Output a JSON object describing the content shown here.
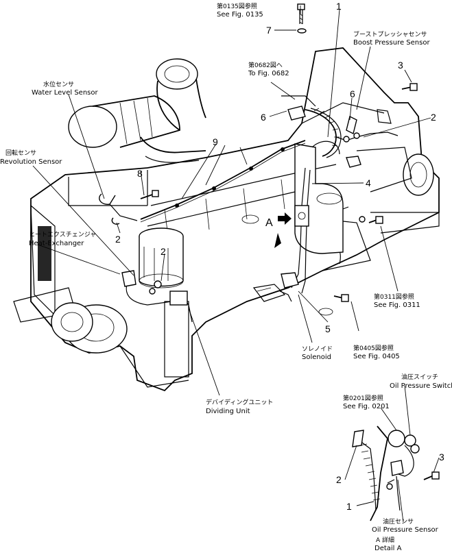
{
  "labels": {
    "ref_0135": {
      "jp": "第0135図参照",
      "en": "See Fig. 0135"
    },
    "ref_0682": {
      "jp": "第0682図へ",
      "en": "To Fig. 0682"
    },
    "boost_sensor": {
      "jp": "ブーストプレッシャセンサ",
      "en": "Boost Pressure Sensor"
    },
    "water_level": {
      "jp": "水位センサ",
      "en": "Water Level Sensor"
    },
    "revolution": {
      "jp": "回転センサ",
      "en": "Revolution Sensor"
    },
    "heat_exchanger": {
      "jp": "ヒートエクスチェンジャ",
      "en": "Heat-Exchanger"
    },
    "ref_0311": {
      "jp": "第0311図参照",
      "en": "See Fig. 0311"
    },
    "ref_0405": {
      "jp": "第0405図参照",
      "en": "See Fig. 0405"
    },
    "solenoid": {
      "jp": "ソレノイド",
      "en": "Solenoid"
    },
    "dividing_unit": {
      "jp": "デバイディングユニット",
      "en": "Dividing Unit"
    },
    "oil_pressure_switch": {
      "jp": "油圧スイッチ",
      "en": "Oil Pressure Switch"
    },
    "ref_0201": {
      "jp": "第0201図参照",
      "en": "See Fig. 0201"
    },
    "oil_pressure_sensor": {
      "jp": "油圧センサ",
      "en": "Oil Pressure Sensor"
    },
    "detail_a": {
      "jp": "A 詳細",
      "en": "Detail A"
    },
    "view_a": "A"
  },
  "callouts": {
    "n1_top": "1",
    "n7": "7",
    "n3_top": "3",
    "n6_left": "6",
    "n6_right": "6",
    "n2_right": "2",
    "n9": "9",
    "n8": "8",
    "n4": "4",
    "n2_left": "2",
    "n2_mid": "2",
    "n5": "5",
    "n3_detail": "3",
    "n2_detail": "2",
    "n1_detail": "1"
  }
}
